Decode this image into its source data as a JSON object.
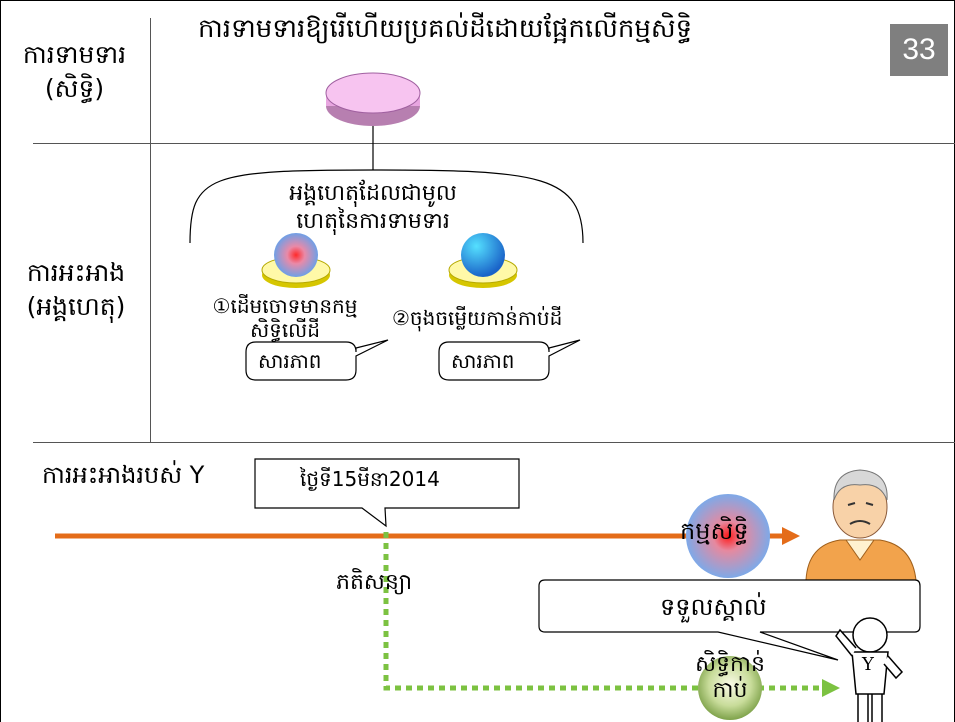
{
  "page_number": "33",
  "title": "ការទាមទារឱ្យរើហើយប្រគល់ដីដោយផ្អែកលើកម្មសិទ្ធិ",
  "rows": {
    "claim_label_line1": "ការទាមទារ",
    "claim_label_line2": "(សិទ្ធិ)",
    "assertion_label_line1": "ការអះអាង",
    "assertion_label_line2": "(អង្គហេតុ)"
  },
  "causes": {
    "title_line1": "អង្គហេតុដែលជាមូល",
    "title_line2": "ហេតុនៃការទាមទារ",
    "factor1_line1": "①ដើមចោទមានកម្ម",
    "factor1_line2": "សិទ្ធិលើដី",
    "factor2": "②ចុងចម្លើយកាន់កាប់ដី",
    "callout1": "សារភាព",
    "callout2": "សារភាព"
  },
  "y_section": {
    "label": "ការអះអាងរបស់ Y",
    "date": "ថ្ងៃទី15មីនា2014",
    "sale": "ភតិសន្យា",
    "ownership": "កម្មសិទ្ធិ",
    "acknowledge": "ទទួលស្គាល់",
    "rights_line1": "សិទ្ធិកាន់",
    "rights_line2": "កាប់",
    "y_letter": "Y"
  },
  "colors": {
    "orange_line": "#e46c19",
    "green_dotted": "#7cc241",
    "page_badge": "#7f7f7f",
    "pink_disc": "#f7c4f0"
  }
}
